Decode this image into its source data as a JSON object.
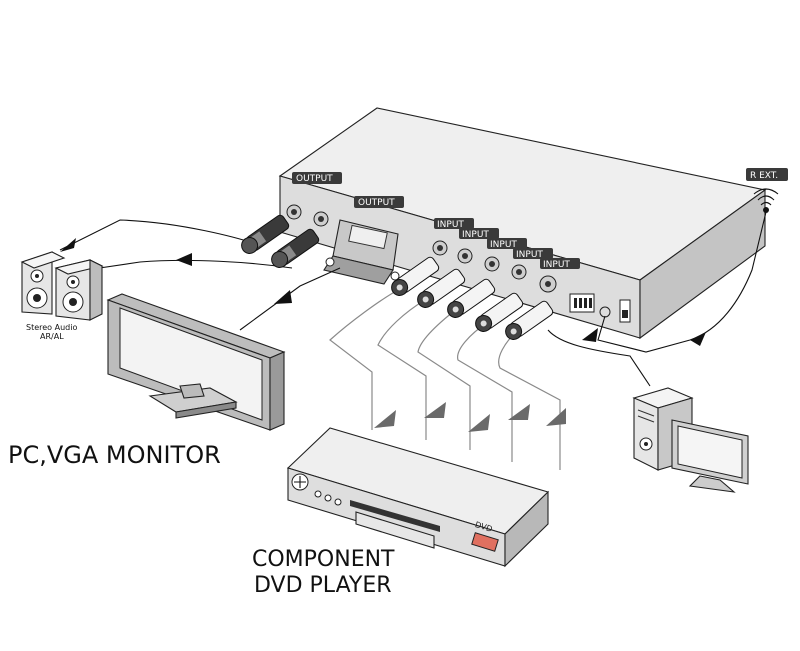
{
  "labels": {
    "output_1": "OUTPUT",
    "output_2": "OUTPUT",
    "input_1": "INPUT",
    "input_2": "INPUT",
    "input_3": "INPUT",
    "input_4": "INPUT",
    "input_5": "INPUT",
    "rext": "R EXT.",
    "speaker_line1": "Stereo Audio",
    "speaker_line2": "AR/AL",
    "monitor": "PC,VGA MONITOR",
    "dvd_line1": "COMPONENT",
    "dvd_line2": "DVD PLAYER",
    "dvd_badge": "DVD"
  },
  "colors": {
    "background": "#ffffff",
    "device_light": "#eeeeee",
    "device_mid": "#d6d6d6",
    "device_dark": "#9a9a9a",
    "tag_fill": "#3a3a3a",
    "cable": "#111111",
    "component_cable": "#8a8a8a",
    "arrow": "#6a6a6a",
    "dvd_badge": "#e07060"
  }
}
